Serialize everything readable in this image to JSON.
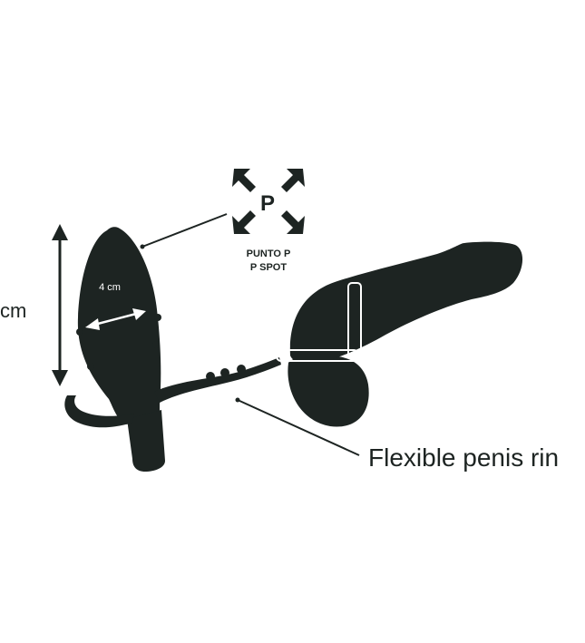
{
  "colors": {
    "ink": "#1d2422",
    "paper": "#ffffff"
  },
  "icons": [
    "p-spot-compress-icon",
    "double-arrow-icon"
  ],
  "labels": {
    "length_unit": "cm",
    "width_dimension": "4 cm",
    "p_letter": "P",
    "punto_p": "PUNTO P",
    "p_spot": "P SPOT",
    "ring_caption": "Flexible penis rin"
  }
}
